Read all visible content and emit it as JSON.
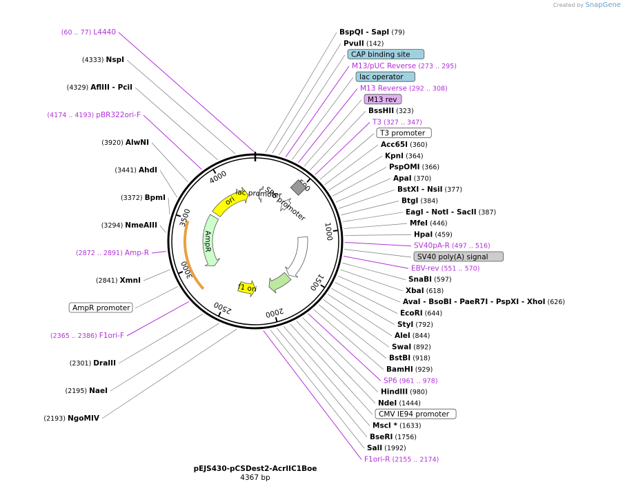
{
  "branding": {
    "created_by": "Created by",
    "app": "SnapGene"
  },
  "plasmid": {
    "name": "pEJS430-pCSDest2-AcrIIC1Boe",
    "size_label": "4367 bp",
    "length": 4367
  },
  "ring_ticks": [
    {
      "pos": 500,
      "label": "500"
    },
    {
      "pos": 1000,
      "label": "1000"
    },
    {
      "pos": 1500,
      "label": "1500"
    },
    {
      "pos": 2000,
      "label": "2000"
    },
    {
      "pos": 2500,
      "label": "2500"
    },
    {
      "pos": 3000,
      "label": "3000"
    },
    {
      "pos": 3500,
      "label": "3500"
    },
    {
      "pos": 4000,
      "label": "4000"
    }
  ],
  "features": [
    {
      "name": "ori",
      "start": 3700,
      "end": 4260,
      "color": "#ffff00",
      "dir": "cw"
    },
    {
      "name": "lac promoter",
      "start": 40,
      "end": 60,
      "color": "#ffffff",
      "dir": "ccw"
    },
    {
      "name": "SP6 promoter",
      "start": 420,
      "end": 520,
      "color": "#ffffff",
      "dir": "ccw"
    },
    {
      "name": "AmpR",
      "start": 2900,
      "end": 3650,
      "color": "#ccffcc",
      "dir": "ccw"
    },
    {
      "name": "f1 ori",
      "start": 2180,
      "end": 2420,
      "color": "#ffff00",
      "dir": "ccw"
    },
    {
      "name": "",
      "start": 1030,
      "end": 1640,
      "color": "#ffffff",
      "dir": "cw"
    },
    {
      "name": "",
      "start": 1660,
      "end": 1980,
      "color": "#bde8a0",
      "dir": "cw"
    }
  ],
  "labels_right": [
    {
      "text": "BspQI   - SapI",
      "pos_text": "(79)",
      "type": "enzyme"
    },
    {
      "text": "PvuII",
      "pos_text": "(142)",
      "type": "enzyme"
    },
    {
      "text": "CAP binding site",
      "pos_text": "",
      "type": "box-blue"
    },
    {
      "text": "M13/pUC Reverse",
      "pos_text": "(273 .. 295)",
      "type": "primer"
    },
    {
      "text": "lac operator",
      "pos_text": "",
      "type": "box-blue"
    },
    {
      "text": "M13 Reverse",
      "pos_text": "(292 .. 308)",
      "type": "primer"
    },
    {
      "text": "M13 rev",
      "pos_text": "",
      "type": "box-purple"
    },
    {
      "text": "BssHII",
      "pos_text": "(323)",
      "type": "enzyme"
    },
    {
      "text": "T3",
      "pos_text": "(327 .. 347)",
      "type": "primer"
    },
    {
      "text": "T3 promoter",
      "pos_text": "",
      "type": "box-white"
    },
    {
      "text": "Acc65I",
      "pos_text": "(360)",
      "type": "enzyme"
    },
    {
      "text": "KpnI",
      "pos_text": "(364)",
      "type": "enzyme"
    },
    {
      "text": "PspOMI",
      "pos_text": "(366)",
      "type": "enzyme"
    },
    {
      "text": "ApaI",
      "pos_text": "(370)",
      "type": "enzyme"
    },
    {
      "text": "BstXI   - NsiI",
      "pos_text": "(377)",
      "type": "enzyme"
    },
    {
      "text": "BtgI",
      "pos_text": "(384)",
      "type": "enzyme"
    },
    {
      "text": "EagI   - NotI   - SacII",
      "pos_text": "(387)",
      "type": "enzyme"
    },
    {
      "text": "MfeI",
      "pos_text": "(446)",
      "type": "enzyme"
    },
    {
      "text": "HpaI",
      "pos_text": "(459)",
      "type": "enzyme"
    },
    {
      "text": "SV40pA-R",
      "pos_text": "(497 .. 516)",
      "type": "primer"
    },
    {
      "text": "SV40 poly(A) signal",
      "pos_text": "",
      "type": "box-grey"
    },
    {
      "text": "EBV-rev",
      "pos_text": "(551 .. 570)",
      "type": "primer"
    },
    {
      "text": "SnaBI",
      "pos_text": "(597)",
      "type": "enzyme"
    },
    {
      "text": "XbaI",
      "pos_text": "(618)",
      "type": "enzyme"
    },
    {
      "text": "AvaI   - BsoBI   - PaeR7I   - PspXI   - XhoI",
      "pos_text": "(626)",
      "type": "enzyme"
    },
    {
      "text": "EcoRI",
      "pos_text": "(644)",
      "type": "enzyme"
    },
    {
      "text": "StyI",
      "pos_text": "(792)",
      "type": "enzyme"
    },
    {
      "text": "AleI",
      "pos_text": "(844)",
      "type": "enzyme"
    },
    {
      "text": "SwaI",
      "pos_text": "(892)",
      "type": "enzyme"
    },
    {
      "text": "BstBI",
      "pos_text": "(918)",
      "type": "enzyme"
    },
    {
      "text": "BamHI",
      "pos_text": "(929)",
      "type": "enzyme"
    },
    {
      "text": "SP6",
      "pos_text": "(961 .. 978)",
      "type": "primer"
    },
    {
      "text": "HindIII",
      "pos_text": "(980)",
      "type": "enzyme"
    },
    {
      "text": "NdeI",
      "pos_text": "(1444)",
      "type": "enzyme"
    },
    {
      "text": "CMV IE94 promoter",
      "pos_text": "",
      "type": "box-white"
    },
    {
      "text": "MscI *",
      "pos_text": "(1633)",
      "type": "enzyme"
    },
    {
      "text": "BseRI",
      "pos_text": "(1756)",
      "type": "enzyme"
    },
    {
      "text": "SalI",
      "pos_text": "(1992)",
      "type": "enzyme"
    },
    {
      "text": "F1ori-R",
      "pos_text": "(2155 .. 2174)",
      "type": "primer"
    }
  ],
  "labels_left": [
    {
      "text": "L4440",
      "pos_text": "(60 .. 77)",
      "type": "primer"
    },
    {
      "text": "NspI",
      "pos_text": "(4333)",
      "type": "enzyme"
    },
    {
      "text": "AflIII   - PciI",
      "pos_text": "(4329)",
      "type": "enzyme"
    },
    {
      "text": "pBR322ori-F",
      "pos_text": "(4174 .. 4193)",
      "type": "primer"
    },
    {
      "text": "AlwNI",
      "pos_text": "(3920)",
      "type": "enzyme"
    },
    {
      "text": "AhdI",
      "pos_text": "(3441)",
      "type": "enzyme"
    },
    {
      "text": "BpmI",
      "pos_text": "(3372)",
      "type": "enzyme"
    },
    {
      "text": "NmeAIII",
      "pos_text": "(3294)",
      "type": "enzyme"
    },
    {
      "text": "Amp-R",
      "pos_text": "(2872 .. 2891)",
      "type": "primer"
    },
    {
      "text": "XmnI",
      "pos_text": "(2841)",
      "type": "enzyme"
    },
    {
      "text": "AmpR promoter",
      "pos_text": "",
      "type": "box-white"
    },
    {
      "text": "F1ori-F",
      "pos_text": "(2365 .. 2386)",
      "type": "primer"
    },
    {
      "text": "DraIII",
      "pos_text": "(2301)",
      "type": "enzyme"
    },
    {
      "text": "NaeI",
      "pos_text": "(2195)",
      "type": "enzyme"
    },
    {
      "text": "NgoMIV",
      "pos_text": "(2193)",
      "type": "enzyme"
    }
  ]
}
